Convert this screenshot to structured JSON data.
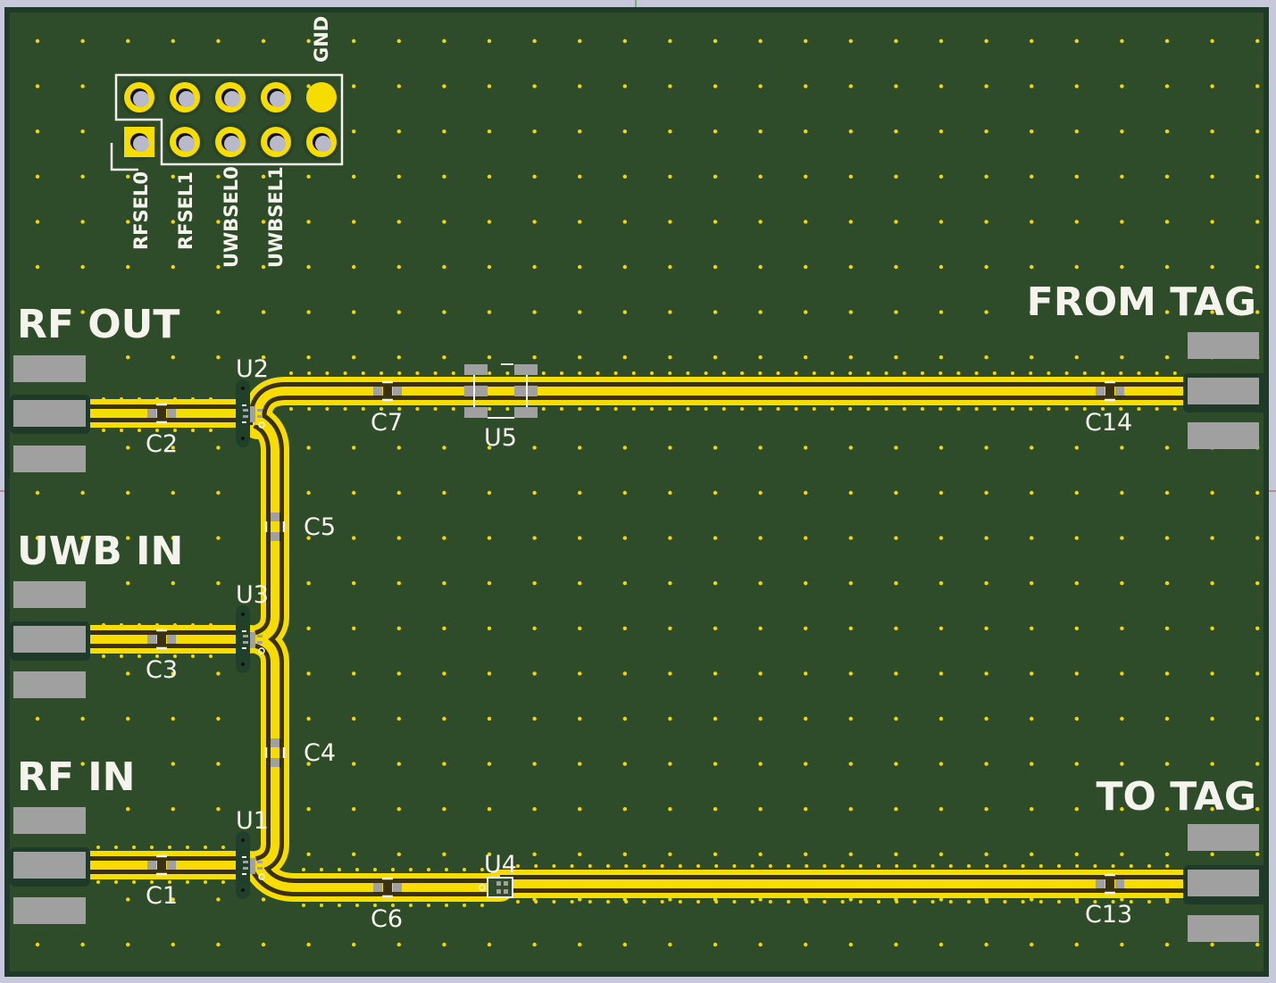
{
  "app": {
    "view": "PCB 3D viewer - top side"
  },
  "colors": {
    "background": "#c8c8dc",
    "board_edge": "#1f3a28",
    "soldermask": "#2f4c2a",
    "copper": "#f7dc00",
    "gap": "#3a3012",
    "pad": "#a0a0a0",
    "silkscreen": "#f4f4ec",
    "via": "#f2d800",
    "hole": "#b9b9cc"
  },
  "connectors": {
    "left": [
      {
        "id": "rf-out",
        "label": "RF OUT"
      },
      {
        "id": "uwb-in",
        "label": "UWB IN"
      },
      {
        "id": "rf-in",
        "label": "RF IN"
      }
    ],
    "right": [
      {
        "id": "from-tag",
        "label": "FROM TAG"
      },
      {
        "id": "to-tag",
        "label": "TO TAG"
      }
    ]
  },
  "header": {
    "pin_labels": [
      "RFSEL0",
      "RFSEL1",
      "UWBSEL0",
      "UWBSEL1"
    ],
    "gnd_label": "GND",
    "rows": 2,
    "cols": 5
  },
  "components": {
    "U1": "U1",
    "U2": "U2",
    "U3": "U3",
    "U4": "U4",
    "U5": "U5",
    "C1": "C1",
    "C2": "C2",
    "C3": "C3",
    "C4": "C4",
    "C5": "C5",
    "C6": "C6",
    "C7": "C7",
    "C13": "C13",
    "C14": "C14"
  }
}
